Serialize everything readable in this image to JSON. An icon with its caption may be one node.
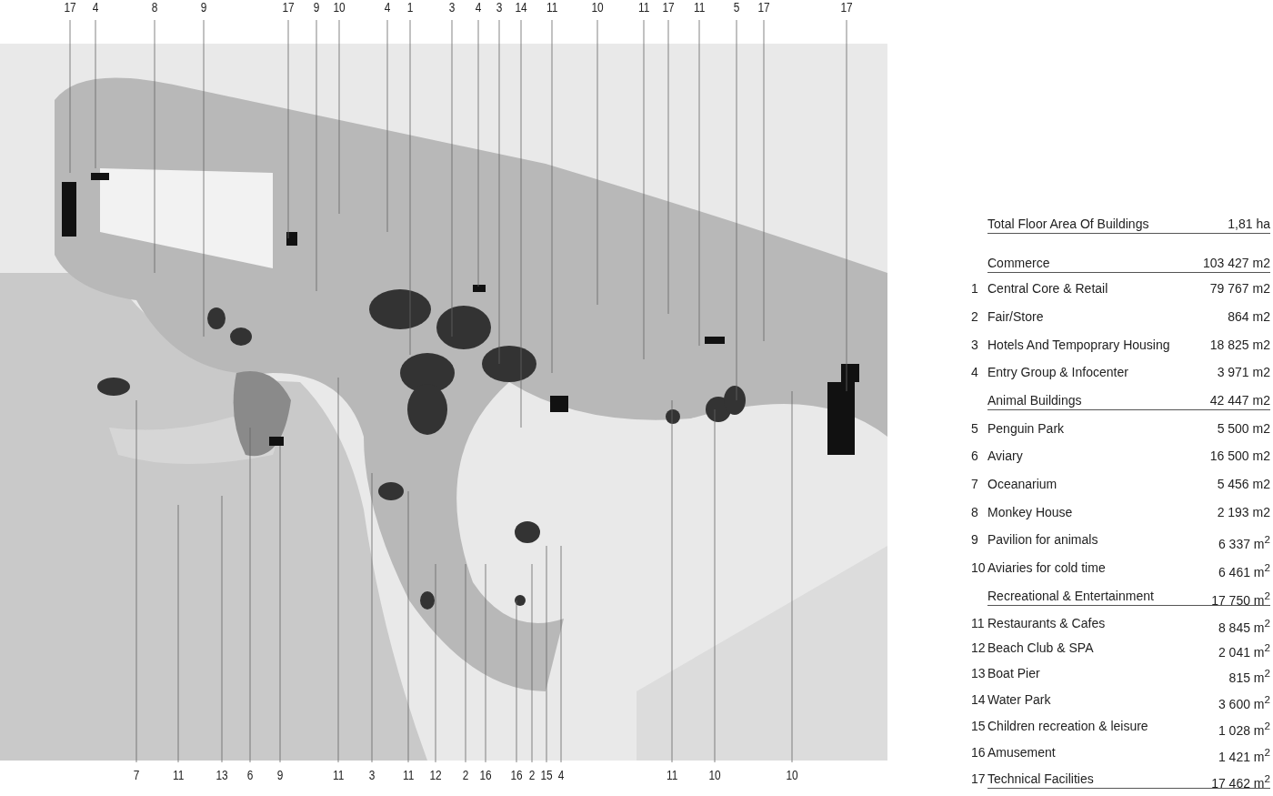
{
  "diagram": {
    "nodes": [
      {
        "text": [
          "17"
        ]
      },
      {
        "text": [
          "4"
        ]
      },
      {
        "text": [
          "8"
        ]
      },
      {
        "text": [
          "9"
        ]
      },
      {
        "text": [
          "17"
        ]
      },
      {
        "text": [
          "9"
        ]
      },
      {
        "text": [
          "10"
        ]
      },
      {
        "text": [
          "4"
        ]
      },
      {
        "text": [
          "1"
        ]
      },
      {
        "text": [
          "3"
        ]
      },
      {
        "text": [
          "4"
        ]
      },
      {
        "text": [
          "3"
        ]
      },
      {
        "text": [
          "14"
        ]
      },
      {
        "text": [
          "11"
        ]
      },
      {
        "text": [
          "10"
        ]
      },
      {
        "text": [
          "11"
        ]
      },
      {
        "text": [
          "17"
        ]
      },
      {
        "text": [
          "11"
        ]
      },
      {
        "text": [
          "5"
        ]
      },
      {
        "text": [
          "17"
        ]
      },
      {
        "text": [
          "17"
        ]
      },
      {
        "text": [
          "7"
        ]
      },
      {
        "text": [
          "11"
        ]
      },
      {
        "text": [
          "13"
        ]
      },
      {
        "text": [
          "6"
        ]
      },
      {
        "text": [
          "9"
        ]
      },
      {
        "text": [
          "11"
        ]
      },
      {
        "text": [
          "3"
        ]
      },
      {
        "text": [
          "11"
        ]
      },
      {
        "text": [
          "12"
        ]
      },
      {
        "text": [
          "2"
        ]
      },
      {
        "text": [
          "16"
        ]
      },
      {
        "text": [
          "16"
        ]
      },
      {
        "text": [
          "2"
        ]
      },
      {
        "text": [
          "15"
        ]
      },
      {
        "text": [
          "4"
        ]
      },
      {
        "text": [
          "11"
        ]
      },
      {
        "text": [
          "10"
        ]
      },
      {
        "text": [
          "10"
        ]
      }
    ],
    "edges": [
      {
        "from": 0,
        "to": null,
        "arrow": "none"
      },
      {
        "from": 1,
        "to": null,
        "arrow": "none"
      },
      {
        "from": 2,
        "to": null,
        "arrow": "none"
      },
      {
        "from": 3,
        "to": null,
        "arrow": "none"
      },
      {
        "from": 4,
        "to": null,
        "arrow": "none"
      },
      {
        "from": 5,
        "to": null,
        "arrow": "none"
      },
      {
        "from": 6,
        "to": null,
        "arrow": "none"
      },
      {
        "from": 7,
        "to": null,
        "arrow": "none"
      },
      {
        "from": 8,
        "to": null,
        "arrow": "none"
      },
      {
        "from": 9,
        "to": null,
        "arrow": "none"
      },
      {
        "from": 10,
        "to": null,
        "arrow": "none"
      },
      {
        "from": 11,
        "to": null,
        "arrow": "none"
      },
      {
        "from": 12,
        "to": null,
        "arrow": "none"
      },
      {
        "from": 13,
        "to": null,
        "arrow": "none"
      },
      {
        "from": 14,
        "to": null,
        "arrow": "none"
      },
      {
        "from": 15,
        "to": null,
        "arrow": "none"
      },
      {
        "from": 16,
        "to": null,
        "arrow": "none"
      },
      {
        "from": 17,
        "to": null,
        "arrow": "none"
      },
      {
        "from": 18,
        "to": null,
        "arrow": "none"
      },
      {
        "from": 19,
        "to": null,
        "arrow": "none"
      },
      {
        "from": 20,
        "to": null,
        "arrow": "none"
      },
      {
        "from": 21,
        "to": null,
        "arrow": "none"
      },
      {
        "from": 22,
        "to": null,
        "arrow": "none"
      },
      {
        "from": 23,
        "to": null,
        "arrow": "none"
      },
      {
        "from": 24,
        "to": null,
        "arrow": "none"
      },
      {
        "from": 25,
        "to": null,
        "arrow": "none"
      },
      {
        "from": 26,
        "to": null,
        "arrow": "none"
      },
      {
        "from": 27,
        "to": null,
        "arrow": "none"
      },
      {
        "from": 28,
        "to": null,
        "arrow": "none"
      },
      {
        "from": 29,
        "to": null,
        "arrow": "none"
      },
      {
        "from": 30,
        "to": null,
        "arrow": "none"
      },
      {
        "from": 31,
        "to": null,
        "arrow": "none"
      },
      {
        "from": 32,
        "to": null,
        "arrow": "none"
      },
      {
        "from": 33,
        "to": null,
        "arrow": "none"
      },
      {
        "from": 34,
        "to": null,
        "arrow": "none"
      },
      {
        "from": 35,
        "to": null,
        "arrow": "none"
      },
      {
        "from": 36,
        "to": null,
        "arrow": "none"
      },
      {
        "from": 37,
        "to": null,
        "arrow": "none"
      },
      {
        "from": 38,
        "to": null,
        "arrow": "none"
      }
    ],
    "labels": [
      "Total Floor Area Of Buildings",
      "1,81 ha",
      "Commerce",
      "103 427 m2",
      "1",
      "Central Core & Retail",
      "79 767 m2",
      "2",
      "Fair/Store",
      "864 m2",
      "3",
      "Hotels And Tempoprary Housing",
      "18 825 m2",
      "4",
      "Entry Group & Infocenter",
      "3 971 m2",
      "Animal Buildings",
      "42 447 m2",
      "5",
      "Penguin Park",
      "5 500 m2",
      "6",
      "Aviary",
      "16 500 m2",
      "7",
      "Oceanarium",
      "5 456 m2",
      "8",
      "Monkey House",
      "2 193 m2",
      "9",
      "Pavilion for animals",
      "6 337 m$^{2}$",
      "10",
      "Aviaries for cold time",
      "6 461 m$^{2}$",
      "Recreational & Entertainment",
      "17 750 m$^{2}$",
      "11",
      "Restaurants & Cafes",
      "8 845 m$^{2}$",
      "12",
      "Beach Club & SPA",
      "2 041 m$^{2}$",
      "13",
      "Boat Pier",
      "815 m$^{2}$",
      "14",
      "Water Park",
      "3 600 m$^{2}$",
      "15",
      "Children recreation & leisure",
      "1 028 m$^{2}$",
      "16",
      "Amusement",
      "1 421 m$^{2}$",
      "17",
      "Technical Facilities",
      "17 462 m$^{2}$"
    ]
  }
}
